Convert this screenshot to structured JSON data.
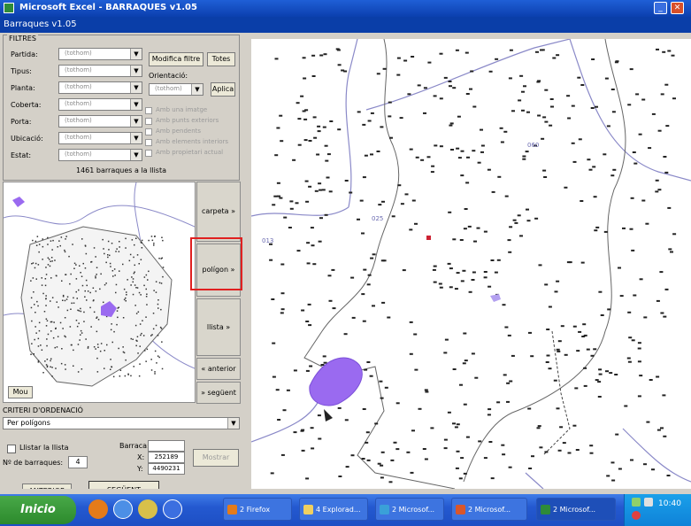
{
  "window": {
    "title": "Microsoft Excel - BARRAQUES v1.05",
    "subtitle": "Barraques v1.05"
  },
  "filters": {
    "legend": "FILTRES",
    "rows": [
      {
        "label": "Partida:",
        "value": "(tothom)"
      },
      {
        "label": "Tipus:",
        "value": "(tothom)"
      },
      {
        "label": "Planta:",
        "value": "(tothom)"
      },
      {
        "label": "Coberta:",
        "value": "(tothom)"
      },
      {
        "label": "Porta:",
        "value": "(tothom)"
      },
      {
        "label": "Ubicació:",
        "value": "(tothom)"
      },
      {
        "label": "Estat:",
        "value": "(tothom)"
      }
    ],
    "modify_button": "Modifica filtre",
    "all_button": "Totes",
    "orient_label": "Orientació:",
    "orient_value": "(tothom)",
    "apply_button": "Aplica",
    "checkboxes": [
      "Amb una imatge",
      "Amb punts exteriors",
      "Amb pendents",
      "Amb elements interiors",
      "Amb propietari actual"
    ],
    "count": "1461 barraques a la llista"
  },
  "minimap": {
    "view_button": "Mou"
  },
  "side_buttons": [
    "carpeta »",
    "polígon »",
    "llista »",
    "« anterior",
    "» següent"
  ],
  "order": {
    "label": "CRITERI D'ORDENACIÓ",
    "value": "Per polígons"
  },
  "bottom": {
    "list_checkbox": "Llistar la llista",
    "count_label": "Nº de barraques:",
    "count_value": "4",
    "barraca_label": "Barraca:",
    "x_label": "X:",
    "x_value": "252189",
    "y_label": "Y:",
    "y_value": "4490231",
    "show_button": "Mostrar",
    "prev_button": "ANTERIOR",
    "next_button": "SEGÜENT"
  },
  "map": {
    "labels": [
      "013",
      "025",
      "060"
    ]
  },
  "taskbar": {
    "start_label": "Inicio",
    "tasks": [
      "2 Firefox",
      "4 Explorad...",
      "2 Microsof...",
      "2 Microsof...",
      "2 Microsof..."
    ],
    "clock": "10:40"
  },
  "colors": {
    "title_bar": "#0b3fae",
    "taskbar": "#2459d0",
    "start": "#2c8a2c",
    "highlight": "#e02020",
    "polygon": "#9a6af0",
    "boundary": "#8a89c8"
  }
}
